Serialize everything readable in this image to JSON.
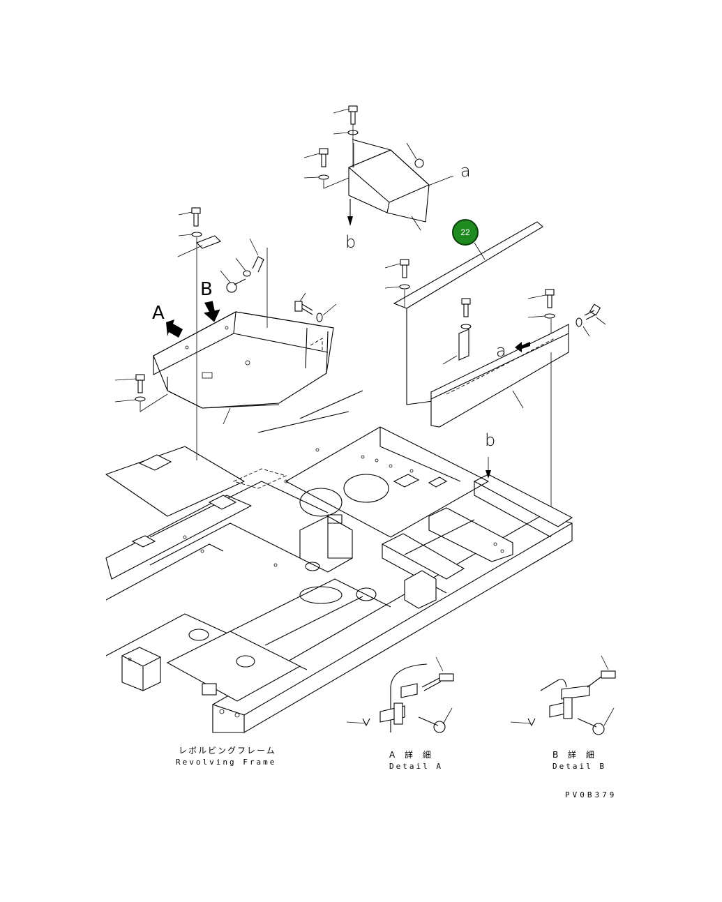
{
  "callout": {
    "number": "22",
    "color": "#1f8a1f"
  },
  "view_labels": {
    "view_a": "A",
    "view_b": "B",
    "ref_a_top": "a",
    "ref_b_top": "b",
    "ref_a_right": "a",
    "ref_b_right": "b"
  },
  "captions": {
    "revolving_frame_jp": "レボルビングフレーム",
    "revolving_frame_en": "Revolving Frame",
    "detail_a_jp": "A 詳 細",
    "detail_a_en": "Detail A",
    "detail_b_jp": "B 詳 細",
    "detail_b_en": "Detail B",
    "drawing_code": "PV0B379"
  }
}
